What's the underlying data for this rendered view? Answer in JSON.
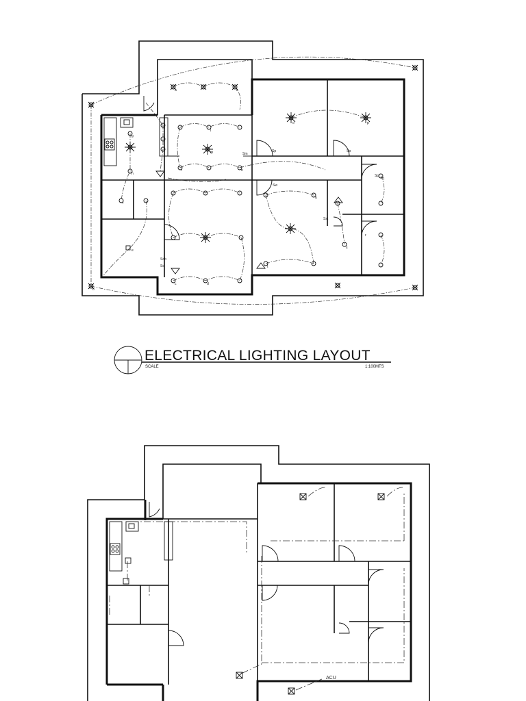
{
  "title_block": {
    "title": "ELECTRICAL LIGHTING LAYOUT",
    "scale_label": "SCALE",
    "scale_value": "1:100MTS"
  },
  "plan_top": {
    "switch_labels": [
      "Sp",
      "Sp",
      "Sp",
      "Sm",
      "Sw",
      "Sst",
      "Sdb",
      "Sd"
    ],
    "fixture_labels": [
      "a",
      "b",
      "c",
      "d",
      "e",
      "f",
      "g",
      "h",
      "i",
      "j",
      "k",
      "l",
      "m",
      "n",
      "o",
      "p",
      "q",
      "r",
      "s",
      "t",
      "u"
    ]
  },
  "plan_bottom": {
    "acu_label": "ACU"
  }
}
